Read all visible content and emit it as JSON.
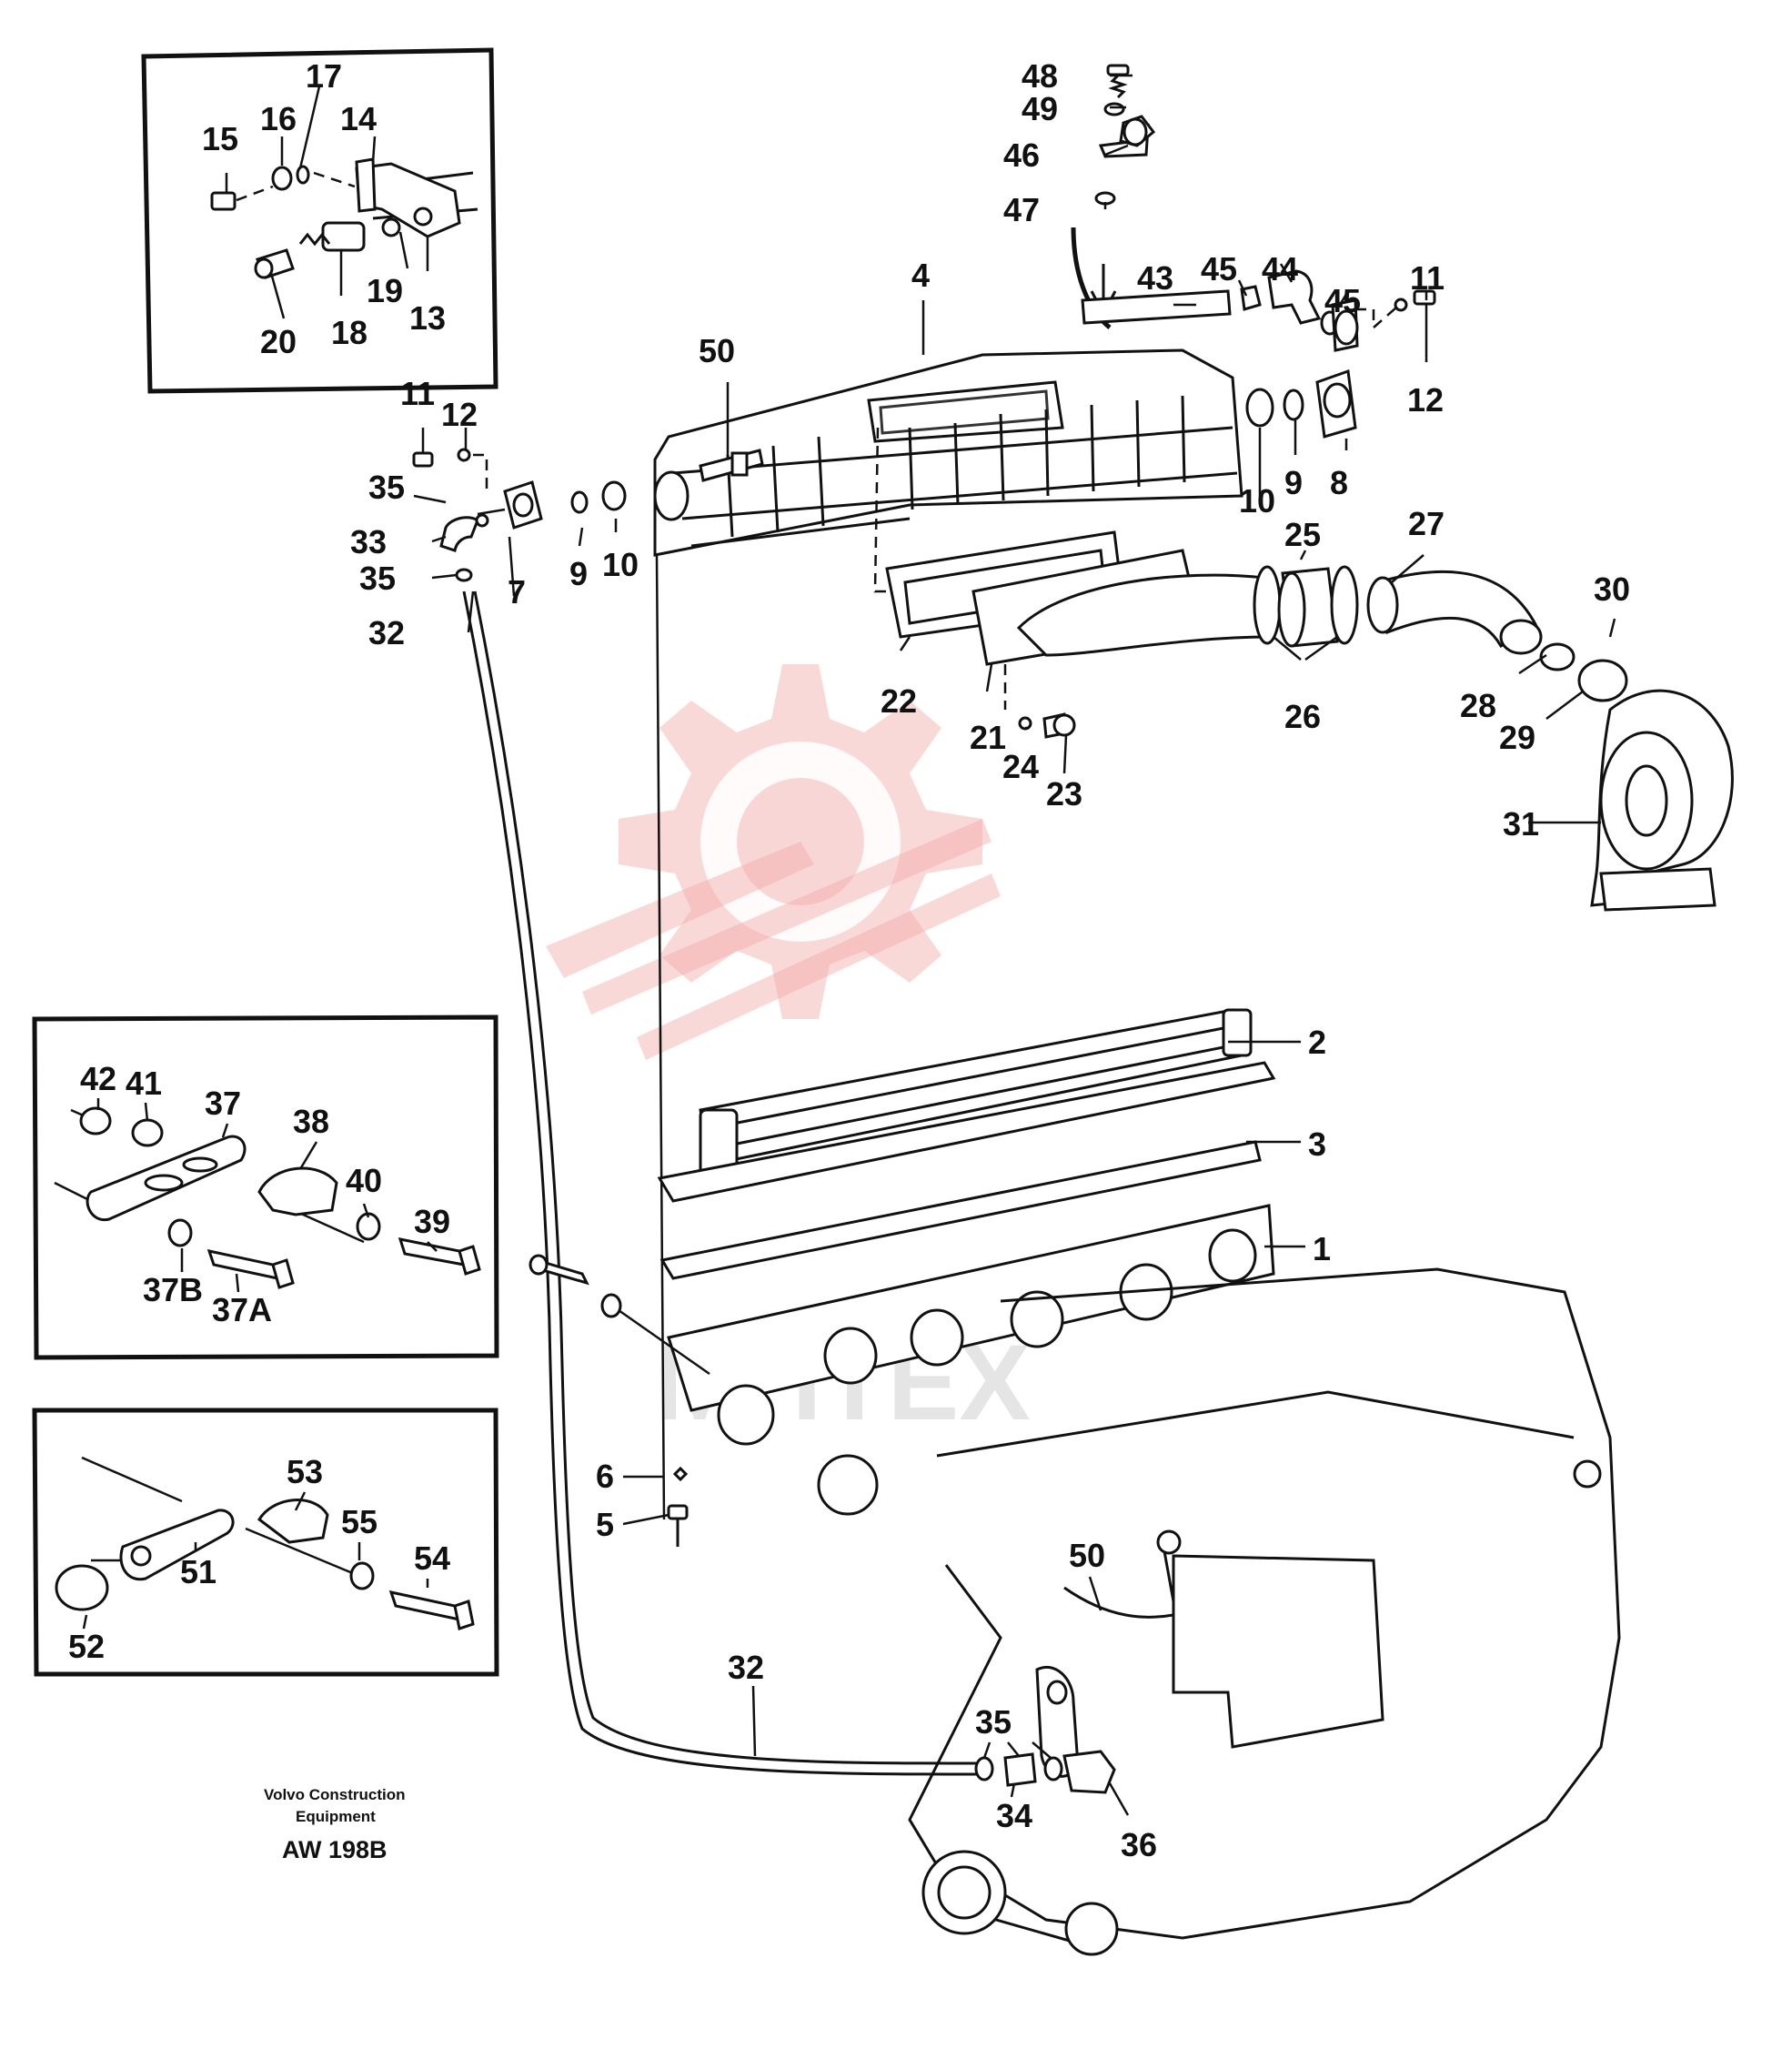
{
  "diagram": {
    "callouts": [
      {
        "id": "c-48",
        "label": "48"
      },
      {
        "id": "c-49",
        "label": "49"
      },
      {
        "id": "c-46",
        "label": "46"
      },
      {
        "id": "c-47",
        "label": "47"
      },
      {
        "id": "c-17",
        "label": "17"
      },
      {
        "id": "c-16",
        "label": "16"
      },
      {
        "id": "c-15",
        "label": "15"
      },
      {
        "id": "c-14",
        "label": "14"
      },
      {
        "id": "c-19",
        "label": "19"
      },
      {
        "id": "c-13",
        "label": "13"
      },
      {
        "id": "c-20",
        "label": "20"
      },
      {
        "id": "c-18",
        "label": "18"
      },
      {
        "id": "c-4",
        "label": "4"
      },
      {
        "id": "c-43",
        "label": "43"
      },
      {
        "id": "c-45a",
        "label": "45"
      },
      {
        "id": "c-44",
        "label": "44"
      },
      {
        "id": "c-45b",
        "label": "45"
      },
      {
        "id": "c-11a",
        "label": "11"
      },
      {
        "id": "c-12a",
        "label": "12"
      },
      {
        "id": "c-50a",
        "label": "50"
      },
      {
        "id": "c-11b",
        "label": "11"
      },
      {
        "id": "c-12b",
        "label": "12"
      },
      {
        "id": "c-10a",
        "label": "10"
      },
      {
        "id": "c-9a",
        "label": "9"
      },
      {
        "id": "c-8",
        "label": "8"
      },
      {
        "id": "c-35a",
        "label": "35"
      },
      {
        "id": "c-33",
        "label": "33"
      },
      {
        "id": "c-35b",
        "label": "35"
      },
      {
        "id": "c-7",
        "label": "7"
      },
      {
        "id": "c-9b",
        "label": "9"
      },
      {
        "id": "c-10b",
        "label": "10"
      },
      {
        "id": "c-32a",
        "label": "32"
      },
      {
        "id": "c-25",
        "label": "25"
      },
      {
        "id": "c-27",
        "label": "27"
      },
      {
        "id": "c-30",
        "label": "30"
      },
      {
        "id": "c-22",
        "label": "22"
      },
      {
        "id": "c-26",
        "label": "26"
      },
      {
        "id": "c-28",
        "label": "28"
      },
      {
        "id": "c-29",
        "label": "29"
      },
      {
        "id": "c-21",
        "label": "21"
      },
      {
        "id": "c-24",
        "label": "24"
      },
      {
        "id": "c-23",
        "label": "23"
      },
      {
        "id": "c-31",
        "label": "31"
      },
      {
        "id": "c-2",
        "label": "2"
      },
      {
        "id": "c-3",
        "label": "3"
      },
      {
        "id": "c-1",
        "label": "1"
      },
      {
        "id": "c-42",
        "label": "42"
      },
      {
        "id": "c-41",
        "label": "41"
      },
      {
        "id": "c-37",
        "label": "37"
      },
      {
        "id": "c-38",
        "label": "38"
      },
      {
        "id": "c-40",
        "label": "40"
      },
      {
        "id": "c-39",
        "label": "39"
      },
      {
        "id": "c-37B",
        "label": "37B"
      },
      {
        "id": "c-37A",
        "label": "37A"
      },
      {
        "id": "c-6",
        "label": "6"
      },
      {
        "id": "c-5",
        "label": "5"
      },
      {
        "id": "c-53",
        "label": "53"
      },
      {
        "id": "c-55",
        "label": "55"
      },
      {
        "id": "c-54",
        "label": "54"
      },
      {
        "id": "c-51",
        "label": "51"
      },
      {
        "id": "c-52",
        "label": "52"
      },
      {
        "id": "c-50b",
        "label": "50"
      },
      {
        "id": "c-32b",
        "label": "32"
      },
      {
        "id": "c-35c",
        "label": "35"
      },
      {
        "id": "c-34",
        "label": "34"
      },
      {
        "id": "c-36",
        "label": "36"
      }
    ],
    "caption": {
      "line1": "Volvo Construction",
      "line2": "Equipment",
      "code": "AW 198B"
    },
    "watermark_text": "MHTEX"
  },
  "colors": {
    "ink": "#111111",
    "watermark": "#f2a8a8"
  }
}
